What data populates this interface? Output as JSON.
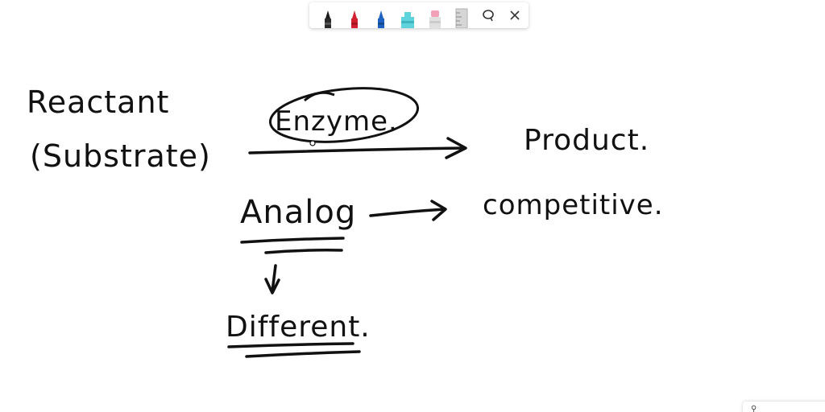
{
  "toolbar": {
    "tools": [
      {
        "name": "black-pen-icon",
        "color": "#1a1a1a"
      },
      {
        "name": "red-pen-icon",
        "color": "#d3202f"
      },
      {
        "name": "blue-pen-icon",
        "color": "#1f63c2"
      },
      {
        "name": "cyan-highlighter-icon",
        "color": "#5fd3dc"
      },
      {
        "name": "pink-highlighter-icon",
        "color": "#f2a1b7"
      },
      {
        "name": "ruler-icon",
        "color": "#bdbdbd"
      },
      {
        "name": "lasso-select-icon",
        "color": "#333333"
      },
      {
        "name": "close-icon",
        "color": "#333333"
      }
    ]
  },
  "notes": {
    "reactant": "Reactant",
    "substrate": "(Substrate)",
    "enzyme": "Enzyme.",
    "product": "Product.",
    "analog": "Analog",
    "competitive": "competitive.",
    "different": "Different."
  },
  "ink_color": "#111111"
}
